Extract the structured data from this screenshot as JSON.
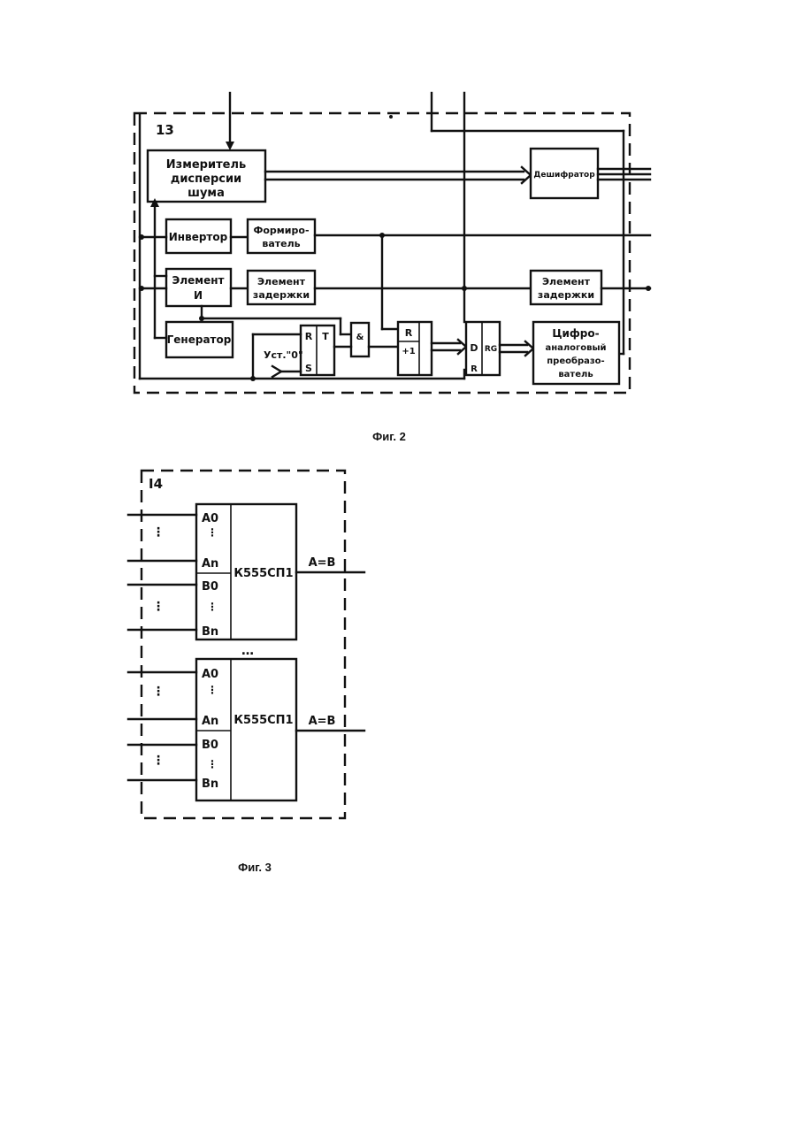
{
  "figure2": {
    "block_number": "13",
    "caption": "Фиг. 2",
    "noise_meter": [
      "Измеритель",
      "дисперсии",
      "шума"
    ],
    "inverter": "Инвертор",
    "former": [
      "Формиро-",
      "ватель"
    ],
    "and_element": [
      "Элемент",
      "И"
    ],
    "delay_element_1": [
      "Элемент",
      "задержки"
    ],
    "generator": "Генератор",
    "trigger_r": "R",
    "trigger_t": "T",
    "trigger_s": "S",
    "reset_label": "Уст.\"0\"",
    "and_gate": "&",
    "counter_r": "R",
    "counter_plus": "+1",
    "register_d": "D",
    "register_r": "R",
    "register_rg": "RG",
    "decryptor": "Дешифратор",
    "delay_element_2": [
      "Элемент",
      "задержки"
    ],
    "dac": [
      "Цифро-",
      "аналоговый",
      "преобразо-",
      "ватель"
    ]
  },
  "figure3": {
    "block_number": "I4",
    "caption": "Фиг. 3",
    "comparators": [
      {
        "chip": "К555СП1",
        "a0": "A0",
        "an": "An",
        "b0": "B0",
        "bn": "Bn",
        "output": "A=B"
      },
      {
        "chip": "К555СП1",
        "a0": "A0",
        "an": "An",
        "b0": "B0",
        "bn": "Bn",
        "output": "A=B"
      }
    ],
    "ellipsis": "…"
  }
}
